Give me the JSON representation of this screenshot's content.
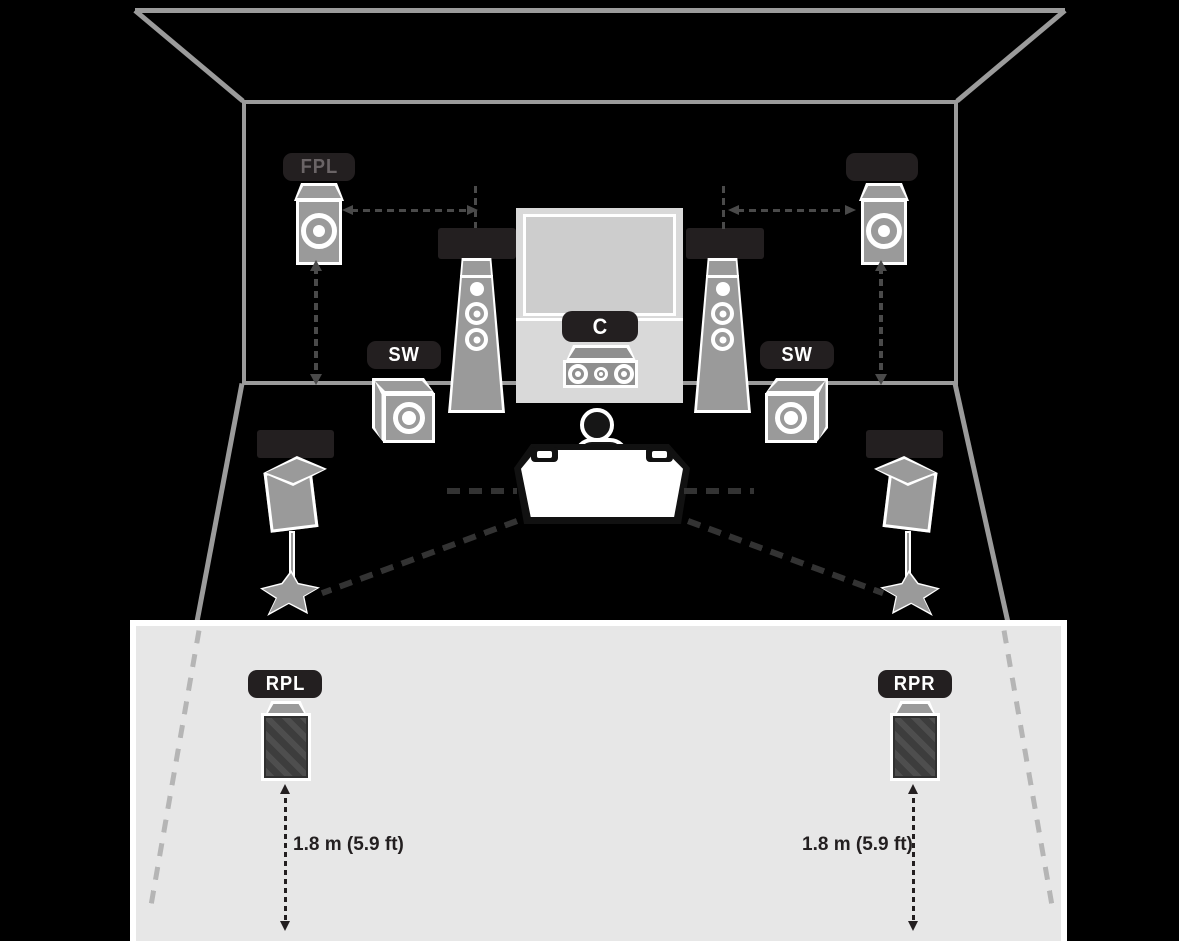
{
  "labels": {
    "front_presence_left": "FPL",
    "subwoofer_left": "SW",
    "subwoofer_right": "SW",
    "center": "C",
    "rear_presence_left": "RPL",
    "rear_presence_right": "RPR"
  },
  "measurements": {
    "rear_presence_left_height": "1.8 m (5.9 ft)",
    "rear_presence_right_height": "1.8 m (5.9 ft)"
  },
  "icons": {
    "listener": "person-silhouette"
  },
  "colors": {
    "background": "#000000",
    "room_outline": "#9b9b9b",
    "label_box": "#231f20",
    "label_text": "#ffffff",
    "label_text_dim": "#6a6466",
    "speaker_gray": "#9a9a9a",
    "speaker_dark_gray": "#8f8f8f",
    "tv_gray": "#d9d9d9",
    "tv_screen_gray": "#cdcdcd",
    "panel_background": "#e7e7e7",
    "panel_dash": "#b5b5b5",
    "room_dash": "#4a4a4a",
    "measure_text": "#231f20"
  }
}
